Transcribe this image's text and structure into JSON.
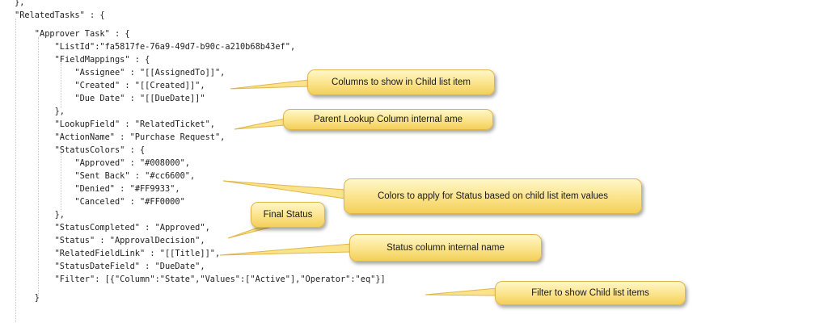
{
  "code_lines": [
    "},",
    "\"RelatedTasks\" : {",
    "    \"Approver Task\" : {",
    "        \"ListId\":\"fa5817fe-76a9-49d7-b90c-a210b68b43ef\",",
    "        \"FieldMappings\" : {",
    "            \"Assignee\" : \"[[AssignedTo]]\",",
    "            \"Created\" : \"[[Created]]\",",
    "            \"Due Date\" : \"[[DueDate]]\"",
    "        },",
    "        \"LookupField\" : \"RelatedTicket\",",
    "        \"ActionName\" : \"Purchase Request\",",
    "        \"StatusColors\" : {",
    "            \"Approved\" : \"#008000\",",
    "            \"Sent Back\" : \"#cc6600\",",
    "            \"Denied\" : \"#FF9933\",",
    "            \"Canceled\" : \"#FF0000\"",
    "        },",
    "        \"StatusCompleted\" : \"Approved\",",
    "        \"Status\" : \"ApprovalDecision\",",
    "        \"RelatedFieldLink\" : \"[[Title]]\",",
    "        \"StatusDateField\" : \"DueDate\",",
    "        \"Filter\": [{\"Column\":\"State\",\"Values\":[\"Active\"],\"Operator\":\"eq\"}]",
    "    }"
  ],
  "callouts": {
    "columns": "Columns to show in Child list item",
    "lookup": "Parent Lookup Column internal ame",
    "colors": "Colors to apply for Status based on child list item values",
    "final_status": "Final Status",
    "status_column": "Status column internal name",
    "filter": "Filter to show Child list items"
  },
  "colors": {
    "callout_fill": "#fbe38a",
    "callout_border": "#e0b64a",
    "code_text": "#1e1e1e"
  }
}
